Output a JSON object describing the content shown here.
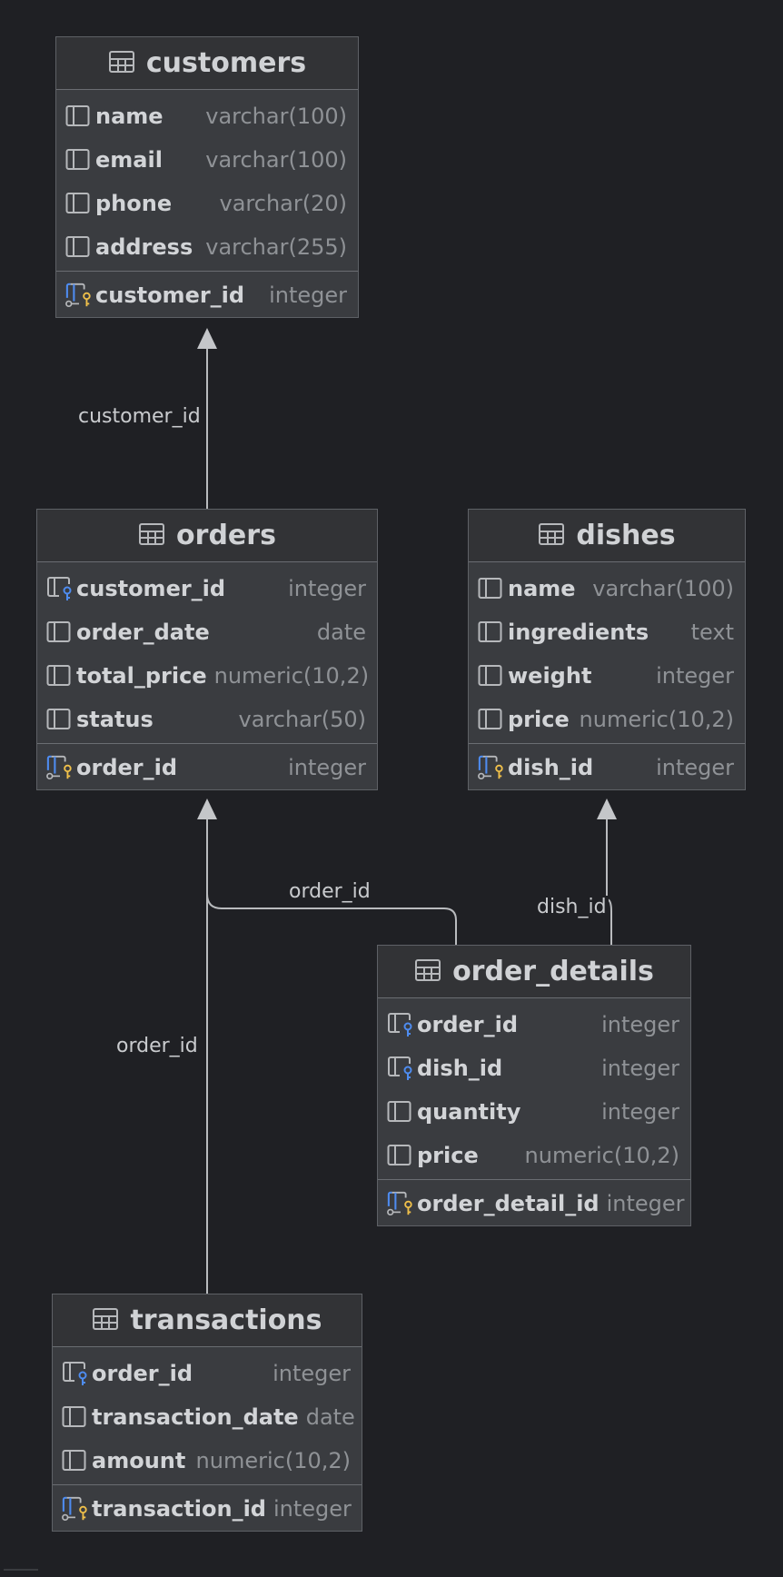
{
  "tables": {
    "customers": {
      "name": "customers",
      "columns": [
        {
          "name": "name",
          "type": "varchar(100)"
        },
        {
          "name": "email",
          "type": "varchar(100)"
        },
        {
          "name": "phone",
          "type": "varchar(20)"
        },
        {
          "name": "address",
          "type": "varchar(255)"
        }
      ],
      "pk": {
        "name": "customer_id",
        "type": "integer"
      }
    },
    "orders": {
      "name": "orders",
      "columns": [
        {
          "name": "customer_id",
          "type": "integer"
        },
        {
          "name": "order_date",
          "type": "date"
        },
        {
          "name": "total_price",
          "type": "numeric(10,2)"
        },
        {
          "name": "status",
          "type": "varchar(50)"
        }
      ],
      "pk": {
        "name": "order_id",
        "type": "integer"
      }
    },
    "dishes": {
      "name": "dishes",
      "columns": [
        {
          "name": "name",
          "type": "varchar(100)"
        },
        {
          "name": "ingredients",
          "type": "text"
        },
        {
          "name": "weight",
          "type": "integer"
        },
        {
          "name": "price",
          "type": "numeric(10,2)"
        }
      ],
      "pk": {
        "name": "dish_id",
        "type": "integer"
      }
    },
    "order_details": {
      "name": "order_details",
      "columns": [
        {
          "name": "order_id",
          "type": "integer"
        },
        {
          "name": "dish_id",
          "type": "integer"
        },
        {
          "name": "quantity",
          "type": "integer"
        },
        {
          "name": "price",
          "type": "numeric(10,2)"
        }
      ],
      "pk": {
        "name": "order_detail_id",
        "type": "integer"
      }
    },
    "transactions": {
      "name": "transactions",
      "columns": [
        {
          "name": "order_id",
          "type": "integer"
        },
        {
          "name": "transaction_date",
          "type": "date"
        },
        {
          "name": "amount",
          "type": "numeric(10,2)"
        }
      ],
      "pk": {
        "name": "transaction_id",
        "type": "integer"
      }
    }
  },
  "relations": {
    "orders_customers": "customer_id",
    "order_details_orders": "order_id",
    "order_details_dishes": "dish_id",
    "transactions_orders": "order_id"
  },
  "colors": {
    "background": "#1f2024",
    "fk_icon": "#4e8cf0",
    "pk_key": "#f0c04a",
    "edge": "#b9bbbe"
  },
  "icons": {
    "table": "table-icon",
    "column": "column-icon",
    "foreign_key": "foreign-key-column-icon",
    "primary_key": "primary-key-column-icon"
  }
}
